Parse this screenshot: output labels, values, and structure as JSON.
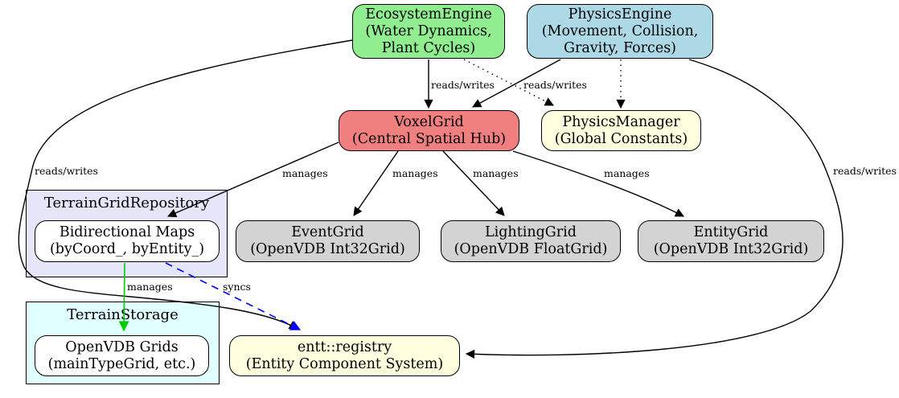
{
  "diagram": {
    "background": "#ffffff",
    "nodes": {
      "ecosystem_engine": {
        "lines": [
          "EcosystemEngine",
          "(Water Dynamics,",
          "Plant Cycles)"
        ],
        "fill": "#90EE90"
      },
      "physics_engine": {
        "lines": [
          "PhysicsEngine",
          "(Movement, Collision,",
          "Gravity, Forces)"
        ],
        "fill": "#ADD8E6"
      },
      "voxel_grid": {
        "lines": [
          "VoxelGrid",
          "(Central Spatial Hub)"
        ],
        "fill": "#F08080"
      },
      "physics_manager": {
        "lines": [
          "PhysicsManager",
          "(Global Constants)"
        ],
        "fill": "#FFFFE0"
      },
      "bidirectional_maps": {
        "lines": [
          "Bidirectional Maps",
          "(byCoord_, byEntity_)"
        ],
        "fill": "#FFFFFF"
      },
      "event_grid": {
        "lines": [
          "EventGrid",
          "(OpenVDB Int32Grid)"
        ],
        "fill": "#D3D3D3"
      },
      "lighting_grid": {
        "lines": [
          "LightingGrid",
          "(OpenVDB FloatGrid)"
        ],
        "fill": "#D3D3D3"
      },
      "entity_grid": {
        "lines": [
          "EntityGrid",
          "(OpenVDB Int32Grid)"
        ],
        "fill": "#D3D3D3"
      },
      "openvdb_grids": {
        "lines": [
          "OpenVDB Grids",
          "(mainTypeGrid, etc.)"
        ],
        "fill": "#FFFFFF"
      },
      "entt_registry": {
        "lines": [
          "entt::registry",
          "(Entity Component System)"
        ],
        "fill": "#FFFFE0"
      }
    },
    "clusters": {
      "terrain_grid_repository": {
        "label": "TerrainGridRepository",
        "fill": "#E6E6FA"
      },
      "terrain_storage": {
        "label": "TerrainStorage",
        "fill": "#E0FFFF"
      }
    },
    "edges": {
      "ecosystem_to_voxel": {
        "label": "reads/writes",
        "style": "solid",
        "color": "#000000"
      },
      "physics_to_voxel": {
        "label": "reads/writes",
        "style": "solid",
        "color": "#000000"
      },
      "ecosystem_to_physics_manager": {
        "style": "dotted",
        "color": "#000000"
      },
      "physics_to_physics_manager": {
        "style": "dotted",
        "color": "#000000"
      },
      "ecosystem_to_entt": {
        "label": "reads/writes",
        "style": "solid",
        "color": "#000000"
      },
      "physics_to_entt": {
        "label": "reads/writes",
        "style": "solid",
        "color": "#000000"
      },
      "voxel_to_bidirectional": {
        "label": "manages",
        "style": "solid",
        "color": "#000000"
      },
      "voxel_to_event": {
        "label": "manages",
        "style": "solid",
        "color": "#000000"
      },
      "voxel_to_lighting": {
        "label": "manages",
        "style": "solid",
        "color": "#000000"
      },
      "voxel_to_entity": {
        "label": "manages",
        "style": "solid",
        "color": "#000000"
      },
      "bidirectional_to_openvdb": {
        "label": "manages",
        "style": "solid",
        "color": "#00CC00"
      },
      "bidirectional_to_entt": {
        "label": "syncs",
        "style": "dashed",
        "color": "#0000FF"
      }
    }
  }
}
